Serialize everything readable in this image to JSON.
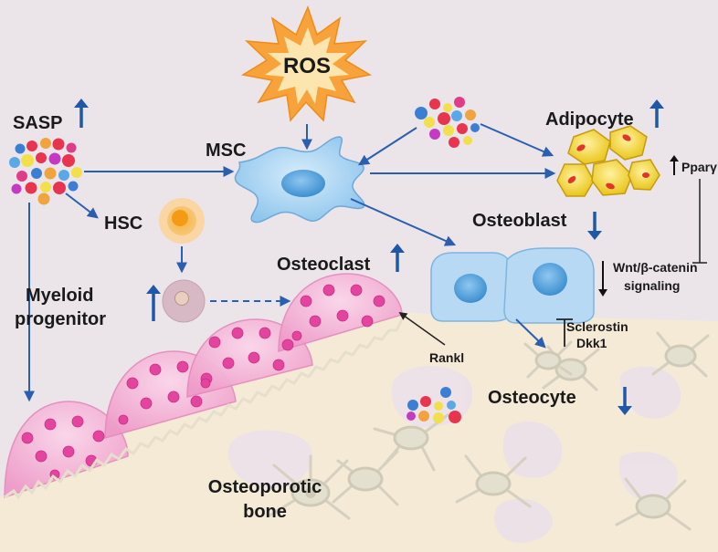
{
  "labels": {
    "ros": "ROS",
    "sasp": "SASP",
    "msc": "MSC",
    "hsc": "HSC",
    "adipocyte": "Adipocyte",
    "ppar": "Pparγ",
    "osteoblast": "Osteoblast",
    "wnt_line1": "Wnt/β-catenin",
    "wnt_line2": "signaling",
    "osteoclast": "Osteoclast",
    "myeloid_line1": "Myeloid",
    "myeloid_line2": "progenitor",
    "sclerostin": "Sclerostin",
    "dkk1": "Dkk1",
    "rankl": "Rankl",
    "osteocyte": "Osteocyte",
    "bone_line1": "Osteoporotic",
    "bone_line2": "bone"
  },
  "trends": {
    "sasp": "up",
    "adipocyte": "up",
    "ppar": "up",
    "osteoblast": "down",
    "osteoclast": "up",
    "myeloid": "up",
    "osteocyte": "down",
    "wnt": "down"
  },
  "colors": {
    "background": "#ebe5ea",
    "bone": "#f4ead6",
    "arrow_blue": "#2a5fb0",
    "ros_burst": "#f7a23a",
    "ros_core": "#fde5b0",
    "msc_fill": "#a9d4f2",
    "osteoblast_fill": "#b7d9f3",
    "adipocyte_fill": "#f3dd2a",
    "osteoclast_fill": "#f0a6cf",
    "osteoclast_dot": "#e3459e",
    "hsc_fill": "#f6a23b",
    "myeloid_fill": "#d7b9c5",
    "osteocyte_fill": "#e4e0cf"
  },
  "icons": [
    "ros-burst-icon",
    "particle-cluster-icon",
    "msc-cell-icon",
    "hsc-cell-icon",
    "adipocyte-cluster-icon",
    "osteoblast-cell-icon",
    "myeloid-cell-icon",
    "osteoclast-cell-icon",
    "osteocyte-cell-icon",
    "up-arrow-icon",
    "down-arrow-icon",
    "inhibition-bar-icon"
  ]
}
